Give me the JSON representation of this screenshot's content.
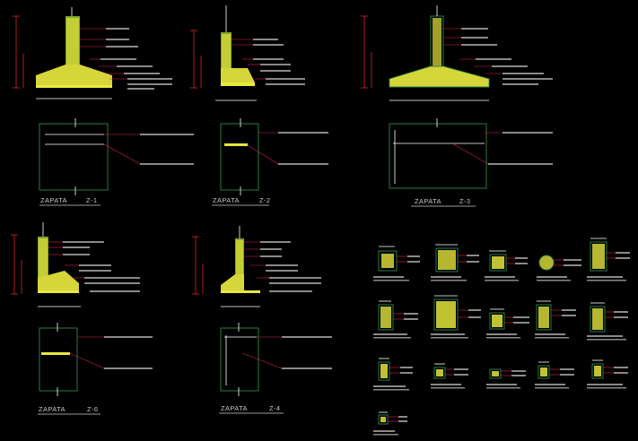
{
  "footings": [
    {
      "id": "z1",
      "label": "ZAPATA",
      "code": "Z-1"
    },
    {
      "id": "z2",
      "label": "ZAPATA",
      "code": "Z-2"
    },
    {
      "id": "z3",
      "label": "ZAPATA",
      "code": "Z-3"
    },
    {
      "id": "z6",
      "label": "ZAPATA",
      "code": "Z-6"
    },
    {
      "id": "z4",
      "label": "ZAPATA",
      "code": "Z-4"
    }
  ],
  "colors": {
    "background": "#000000",
    "concrete": "#d6d63a",
    "dimension": "#dd2222",
    "outline": "#2c8a4a",
    "annotation": "#8a8a8a"
  }
}
